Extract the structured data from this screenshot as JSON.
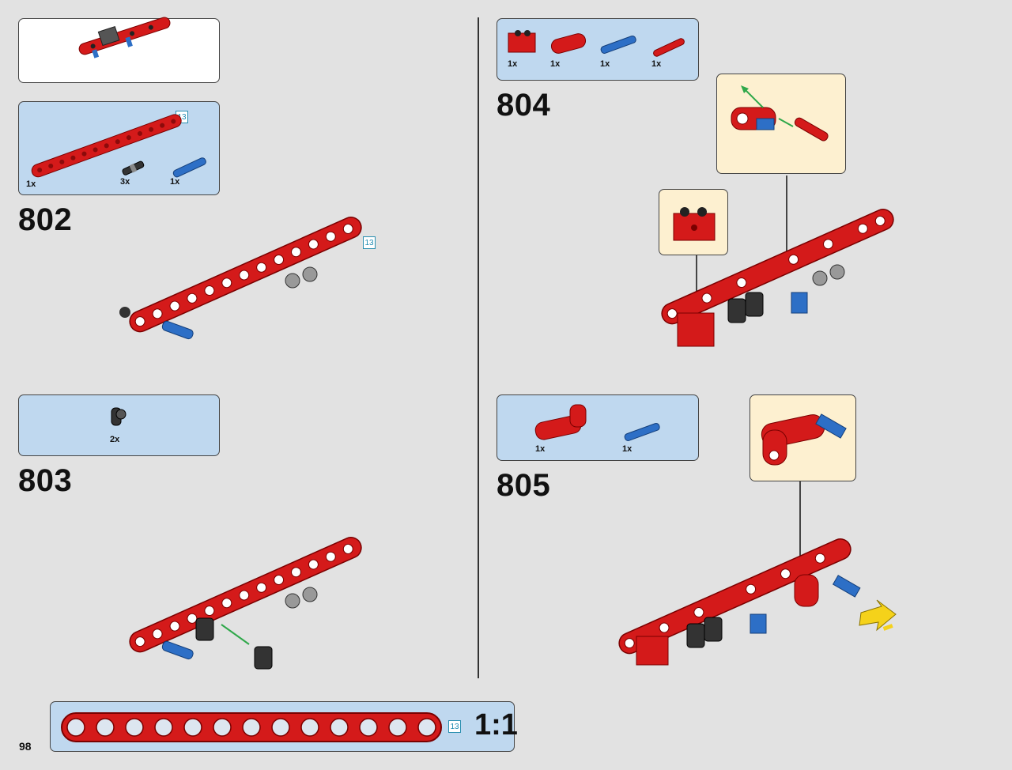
{
  "page": {
    "number": "98"
  },
  "top_preview": {},
  "steps": [
    {
      "number": "802",
      "parts": [
        {
          "qty": "1x",
          "part": "red-13-beam"
        },
        {
          "qty": "3x",
          "part": "black-friction-pin"
        },
        {
          "qty": "1x",
          "part": "blue-axle-pin"
        }
      ],
      "length_tag": "13"
    },
    {
      "number": "803",
      "parts": [
        {
          "qty": "2x",
          "part": "black-angle-connector"
        }
      ]
    },
    {
      "number": "804",
      "parts": [
        {
          "qty": "1x",
          "part": "red-brick-1x2"
        },
        {
          "qty": "1x",
          "part": "red-beam-3"
        },
        {
          "qty": "1x",
          "part": "blue-axle-pin"
        },
        {
          "qty": "1x",
          "part": "red-axle-pin"
        }
      ]
    },
    {
      "number": "805",
      "parts": [
        {
          "qty": "1x",
          "part": "red-angle-beam"
        },
        {
          "qty": "1x",
          "part": "blue-axle-pin"
        }
      ]
    }
  ],
  "scale_bar": {
    "tag": "13",
    "label": "1:1",
    "holes": 13
  },
  "colors": {
    "red": "#d41a1a",
    "blue": "#2d6fc6",
    "panel_blue": "#bfd8ef",
    "callout": "#fdf0d0"
  }
}
